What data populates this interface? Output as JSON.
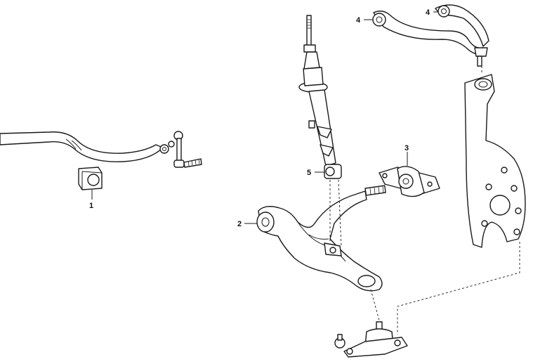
{
  "callouts": {
    "stabilizer_bushing": "1",
    "lower_control_arm": "2",
    "lower_arm_bushing": "3",
    "upper_arm_left": "4",
    "upper_arm_right": "4",
    "shock_absorber": "5"
  },
  "colors": {
    "line": "#1a1a1a",
    "background": "#ffffff"
  }
}
